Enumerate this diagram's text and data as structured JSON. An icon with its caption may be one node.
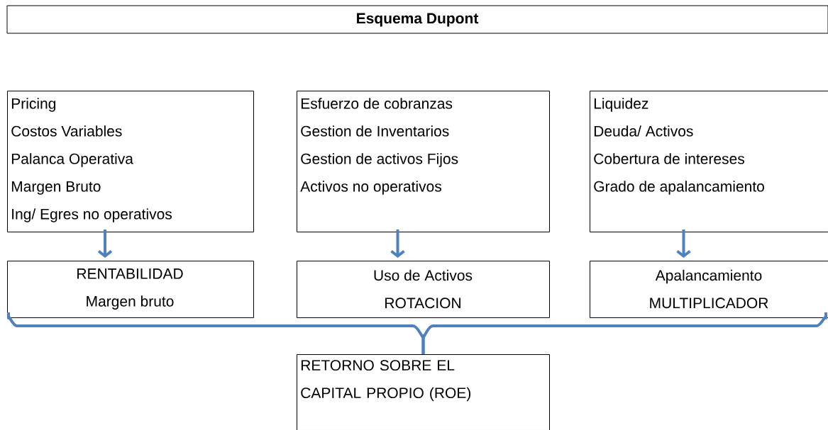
{
  "diagram": {
    "title": "Esquema Dupont",
    "nodes": [
      {
        "text": [
          "Pricing",
          "Costos Variables",
          "Palanca Operativa",
          "Margen Bruto",
          "Ing/ Egres no operativos"
        ]
      },
      {
        "text": [
          "Esfuerzo de cobranzas",
          "Gestion de Inventarios",
          "Gestion de activos Fijos",
          "Activos no operativos"
        ]
      },
      {
        "text": [
          "Liquidez",
          "Deuda/ Activos",
          "Cobertura de intereses",
          "Grado de apalancamiento"
        ]
      },
      {
        "text": [
          "RENTABILIDAD",
          "Margen bruto"
        ]
      },
      {
        "text": [
          "Uso de Activos",
          "ROTACION"
        ]
      },
      {
        "text": [
          "Apalancamiento",
          "MULTIPLICADOR"
        ]
      },
      {
        "text": [
          "RETORNO SOBRE EL CAPITAL PROPIO (ROE)"
        ]
      }
    ],
    "edges": [
      {
        "from": 0,
        "to": 3,
        "arrow": "to"
      },
      {
        "from": 1,
        "to": 4,
        "arrow": "to"
      },
      {
        "from": 2,
        "to": 5,
        "arrow": "to"
      },
      {
        "from": 3,
        "to": 6,
        "arrow": "none"
      },
      {
        "from": 5,
        "to": 6,
        "arrow": "none"
      }
    ]
  }
}
